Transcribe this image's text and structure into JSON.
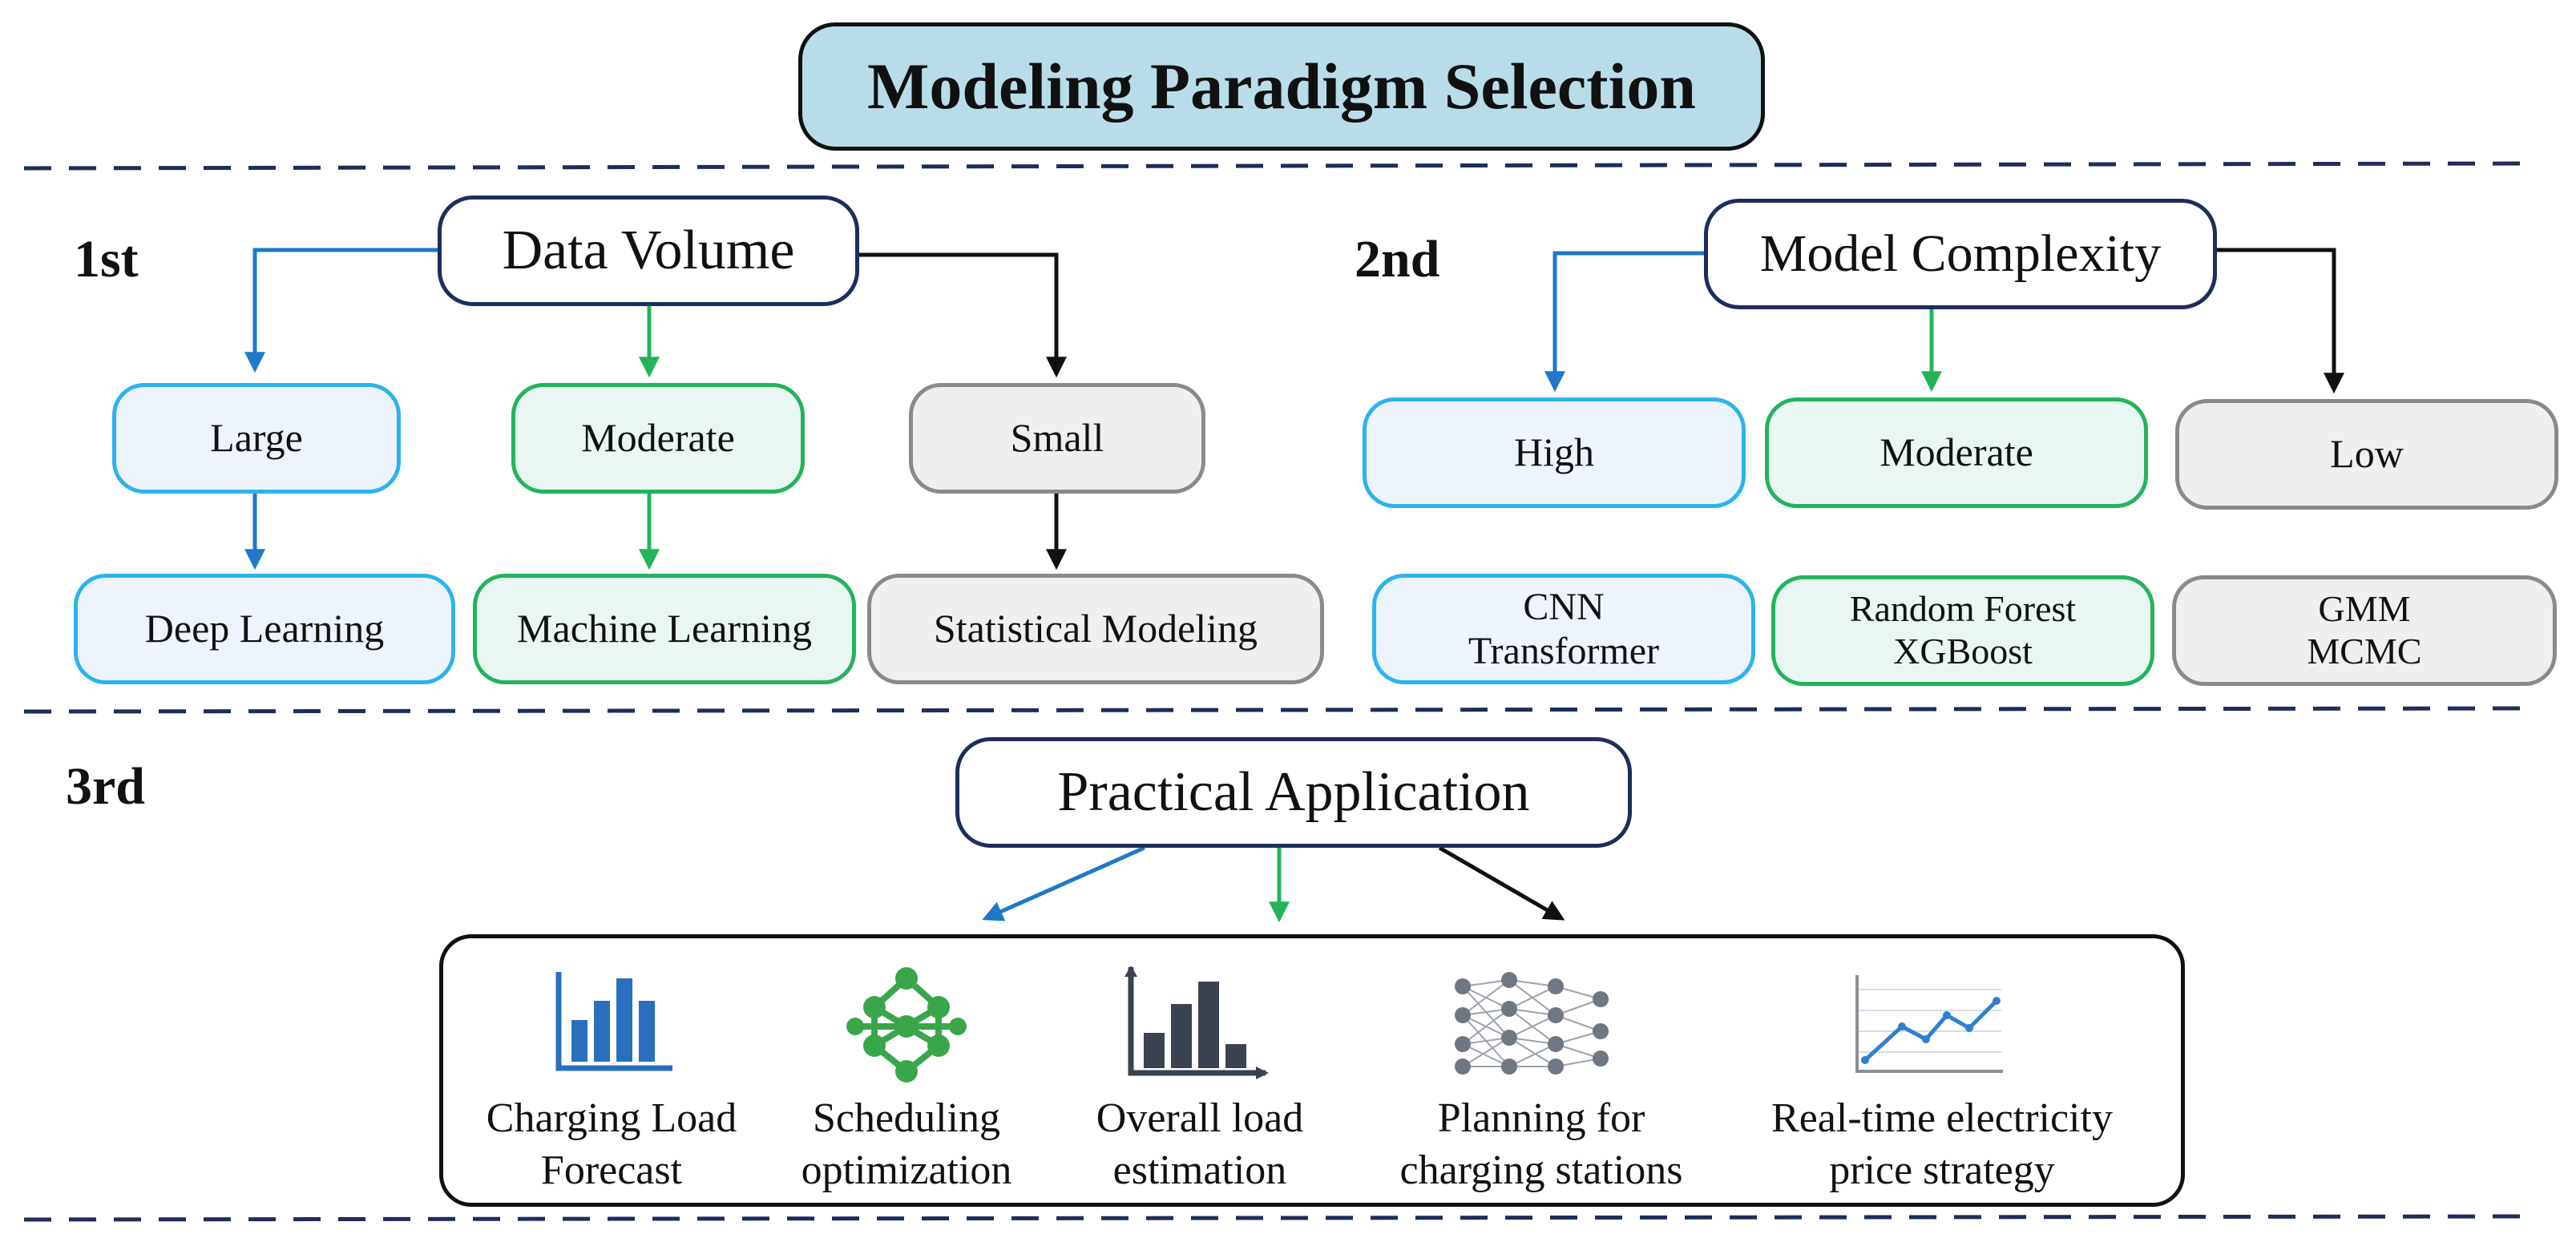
{
  "title": "Modeling Paradigm Selection",
  "stages": {
    "first": "1st",
    "second": "2nd",
    "third": "3rd"
  },
  "data_volume": {
    "header": "Data Volume",
    "categories": [
      "Large",
      "Moderate",
      "Small"
    ],
    "models": [
      "Deep Learning",
      "Machine Learning",
      "Statistical Modeling"
    ]
  },
  "model_complexity": {
    "header": "Model Complexity",
    "categories": [
      "High",
      "Moderate",
      "Low"
    ],
    "models": [
      {
        "line1": "CNN",
        "line2": "Transformer"
      },
      {
        "line1": "Random Forest",
        "line2": "XGBoost"
      },
      {
        "line1": "GMM",
        "line2": "MCMC"
      }
    ]
  },
  "practical_application": {
    "header": "Practical Application",
    "applications": [
      {
        "label": "Charging Load\nForecast",
        "icon": "bar-chart-icon"
      },
      {
        "label": "Scheduling\noptimization",
        "icon": "network-graph-icon"
      },
      {
        "label": "Overall load\nestimation",
        "icon": "histogram-icon"
      },
      {
        "label": "Planning for\ncharging stations",
        "icon": "neural-network-icon"
      },
      {
        "label": "Real-time electricity\nprice strategy",
        "icon": "line-chart-icon"
      }
    ]
  },
  "colors": {
    "blue_accent": "#1f78c8",
    "green_accent": "#22b45a",
    "black_accent": "#111111",
    "title_fill": "#b9dde8",
    "header_border": "#1d2e5c",
    "dashed_line": "#1d2e5c"
  }
}
